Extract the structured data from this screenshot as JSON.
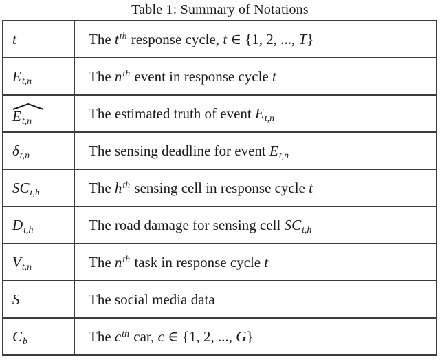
{
  "title": "Table 1: Summary of Notations",
  "colors": {
    "background": "#ffffff",
    "text": "#1a1a1a",
    "border": "#3c3c3c"
  },
  "table": {
    "columns": [
      "notation-symbol",
      "notation-description"
    ],
    "rows": [
      {
        "hat": false,
        "symbol": [
          {
            "t": "t",
            "s": "it"
          }
        ],
        "desc": [
          {
            "t": "The ",
            "s": "rm"
          },
          {
            "t": "t",
            "s": "it"
          },
          {
            "t": "th",
            "s": "sup"
          },
          {
            "t": " response cycle, ",
            "s": "rm"
          },
          {
            "t": "t",
            "s": "it"
          },
          {
            "t": " ∈ {1, 2, ..., ",
            "s": "rm"
          },
          {
            "t": "T",
            "s": "it"
          },
          {
            "t": "}",
            "s": "rm"
          }
        ]
      },
      {
        "hat": false,
        "symbol": [
          {
            "t": "E",
            "s": "it"
          },
          {
            "t": "t,n",
            "s": "sub"
          }
        ],
        "desc": [
          {
            "t": "The ",
            "s": "rm"
          },
          {
            "t": "n",
            "s": "it"
          },
          {
            "t": "th",
            "s": "sup"
          },
          {
            "t": " event in response cycle ",
            "s": "rm"
          },
          {
            "t": "t",
            "s": "it"
          }
        ]
      },
      {
        "hat": true,
        "symbol": [
          {
            "t": "E",
            "s": "it"
          },
          {
            "t": "t,n",
            "s": "sub"
          }
        ],
        "desc": [
          {
            "t": "The estimated truth of event ",
            "s": "rm"
          },
          {
            "t": "E",
            "s": "it"
          },
          {
            "t": "t,n",
            "s": "sub"
          }
        ]
      },
      {
        "hat": false,
        "symbol": [
          {
            "t": "δ",
            "s": "it"
          },
          {
            "t": "t,n",
            "s": "sub"
          }
        ],
        "desc": [
          {
            "t": "The sensing deadline for event ",
            "s": "rm"
          },
          {
            "t": "E",
            "s": "it"
          },
          {
            "t": "t,n",
            "s": "sub"
          }
        ]
      },
      {
        "hat": false,
        "symbol": [
          {
            "t": "SC",
            "s": "it"
          },
          {
            "t": "t,h",
            "s": "sub"
          }
        ],
        "desc": [
          {
            "t": "The ",
            "s": "rm"
          },
          {
            "t": "h",
            "s": "it"
          },
          {
            "t": "th",
            "s": "sup"
          },
          {
            "t": " sensing cell in response cycle ",
            "s": "rm"
          },
          {
            "t": "t",
            "s": "it"
          }
        ]
      },
      {
        "hat": false,
        "symbol": [
          {
            "t": "D",
            "s": "it"
          },
          {
            "t": "t,h",
            "s": "sub"
          }
        ],
        "desc": [
          {
            "t": "The road damage for sensing cell ",
            "s": "rm"
          },
          {
            "t": "SC",
            "s": "it"
          },
          {
            "t": "t,h",
            "s": "sub"
          }
        ]
      },
      {
        "hat": false,
        "symbol": [
          {
            "t": "V",
            "s": "it"
          },
          {
            "t": "t,n",
            "s": "sub"
          }
        ],
        "desc": [
          {
            "t": "The ",
            "s": "rm"
          },
          {
            "t": "n",
            "s": "it"
          },
          {
            "t": "th",
            "s": "sup"
          },
          {
            "t": " task in response cycle ",
            "s": "rm"
          },
          {
            "t": "t",
            "s": "it"
          }
        ]
      },
      {
        "hat": false,
        "symbol": [
          {
            "t": "S",
            "s": "cal"
          }
        ],
        "desc": [
          {
            "t": "The social media data",
            "s": "rm"
          }
        ]
      },
      {
        "hat": false,
        "symbol": [
          {
            "t": "C",
            "s": "it"
          },
          {
            "t": "b",
            "s": "sub"
          }
        ],
        "desc": [
          {
            "t": "The ",
            "s": "rm"
          },
          {
            "t": "c",
            "s": "it"
          },
          {
            "t": "th",
            "s": "sup"
          },
          {
            "t": " car, ",
            "s": "rm"
          },
          {
            "t": "c",
            "s": "it"
          },
          {
            "t": " ∈ {1, 2, ..., ",
            "s": "rm"
          },
          {
            "t": "G",
            "s": "it"
          },
          {
            "t": "}",
            "s": "rm"
          }
        ]
      }
    ]
  }
}
